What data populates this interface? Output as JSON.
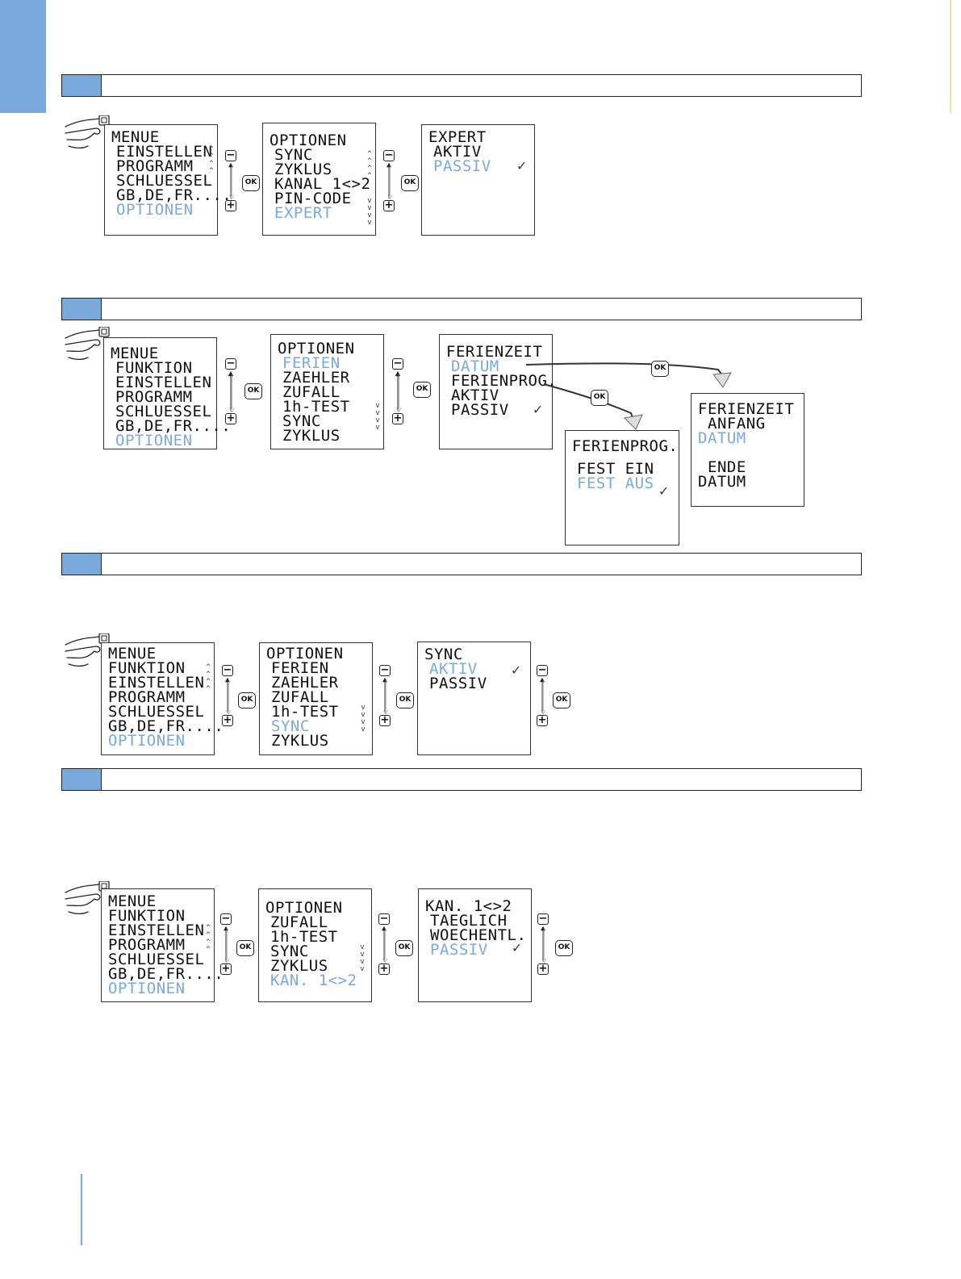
{
  "icons": {
    "hand": "hand-pressing-button-icon",
    "minus": "minus-button-icon",
    "plus": "plus-button-icon",
    "ok": "ok-button-icon",
    "check": "check-icon",
    "nav_arrow": "up-down-arrow-icon"
  },
  "colors": {
    "accent": "#7aa9dc",
    "line": "#222222"
  },
  "buttons": {
    "minus": "−",
    "plus": "+",
    "ok": "OK"
  },
  "check_mark": "✓",
  "section1": {
    "menu": [
      "MENUE",
      "EINSTELLEN",
      "PROGRAMM",
      "SCHLUESSEL",
      "GB,DE,FR....",
      "OPTIONEN"
    ],
    "optionen": [
      "OPTIONEN",
      "SYNC",
      "ZYKLUS",
      "KANAL 1<>2",
      "PIN-CODE",
      "EXPERT"
    ],
    "expert": [
      "EXPERT",
      "AKTIV",
      "PASSIV"
    ]
  },
  "section2": {
    "menu": [
      "MENUE",
      "FUNKTION",
      "EINSTELLEN",
      "PROGRAMM",
      "SCHLUESSEL",
      "GB,DE,FR....",
      "OPTIONEN"
    ],
    "optionen": [
      "OPTIONEN",
      "FERIEN",
      "ZAEHLER",
      "ZUFALL",
      "1h-TEST",
      "SYNC",
      "ZYKLUS"
    ],
    "ferienzeit": [
      "FERIENZEIT",
      "DATUM",
      "FERIENPROG.",
      "AKTIV",
      "PASSIV"
    ],
    "ferienprog": [
      "FERIENPROG.",
      "FEST EIN",
      "FEST AUS"
    ],
    "ferienzeit_datum": [
      "FERIENZEIT",
      "ANFANG",
      "DATUM",
      "ENDE",
      "DATUM"
    ]
  },
  "section3": {
    "menu": [
      "MENUE",
      "FUNKTION",
      "EINSTELLEN",
      "PROGRAMM",
      "SCHLUESSEL",
      "GB,DE,FR....",
      "OPTIONEN"
    ],
    "optionen": [
      "OPTIONEN",
      "FERIEN",
      "ZAEHLER",
      "ZUFALL",
      "1h-TEST",
      "SYNC",
      "ZYKLUS"
    ],
    "sync": [
      "SYNC",
      "AKTIV",
      "PASSIV"
    ]
  },
  "section4": {
    "menu": [
      "MENUE",
      "FUNKTION",
      "EINSTELLEN",
      "PROGRAMM",
      "SCHLUESSEL",
      "GB,DE,FR....",
      "OPTIONEN"
    ],
    "optionen": [
      "OPTIONEN",
      "ZUFALL",
      "1h-TEST",
      "SYNC",
      "ZYKLUS",
      "KAN. 1<>2"
    ],
    "kanal": [
      "KAN. 1<>2",
      "TAEGLICH",
      "WOECHENTL.",
      "PASSIV"
    ]
  }
}
